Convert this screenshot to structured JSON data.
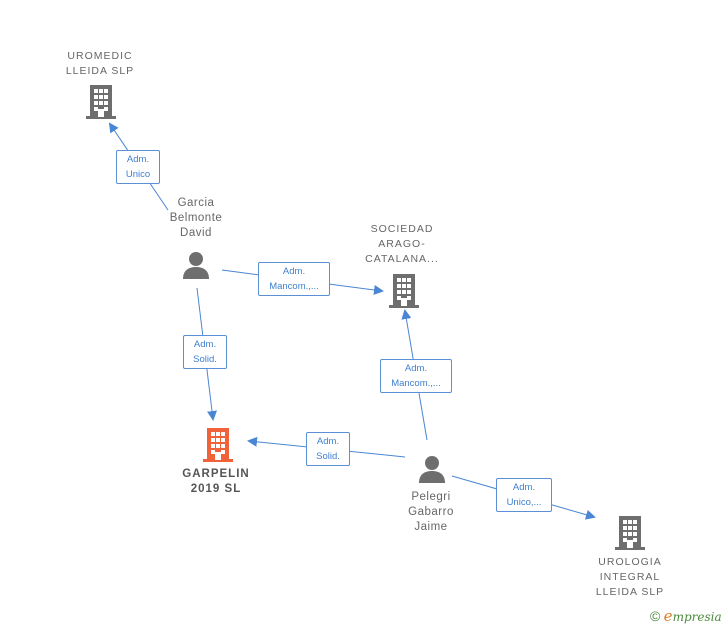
{
  "nodes": {
    "uromedic": {
      "label": "UROMEDIC\nLLEIDA  SLP",
      "type": "company"
    },
    "garcia": {
      "label": "Garcia\nBelmonte\nDavid",
      "type": "person"
    },
    "sociedad": {
      "label": "SOCIEDAD\nARAGO-\nCATALANA...",
      "type": "company"
    },
    "garpelin": {
      "label": "GARPELIN\n2019  SL",
      "type": "company-focus"
    },
    "pelegri": {
      "label": "Pelegri\nGabarro\nJaime",
      "type": "person"
    },
    "urologia": {
      "label": "UROLOGIA\nINTEGRAL\nLLEIDA  SLP",
      "type": "company"
    }
  },
  "edges": [
    {
      "id": "e1",
      "from": "garcia",
      "to": "uromedic",
      "label": "Adm.\nUnico"
    },
    {
      "id": "e2",
      "from": "garcia",
      "to": "sociedad",
      "label": "Adm.\nMancom.,..."
    },
    {
      "id": "e3",
      "from": "garcia",
      "to": "garpelin",
      "label": "Adm.\nSolid."
    },
    {
      "id": "e4",
      "from": "pelegri",
      "to": "sociedad",
      "label": "Adm.\nMancom.,..."
    },
    {
      "id": "e5",
      "from": "pelegri",
      "to": "garpelin",
      "label": "Adm.\nSolid."
    },
    {
      "id": "e6",
      "from": "pelegri",
      "to": "urologia",
      "label": "Adm.\nUnico,..."
    }
  ],
  "colors": {
    "edge": "#4a86d4",
    "company_icon": "#6e6e6e",
    "focus_icon": "#f0623a",
    "person_icon": "#6e6e6e"
  },
  "watermark": {
    "copyright": "©",
    "brand_first": "e",
    "brand_rest": "mpresia"
  }
}
